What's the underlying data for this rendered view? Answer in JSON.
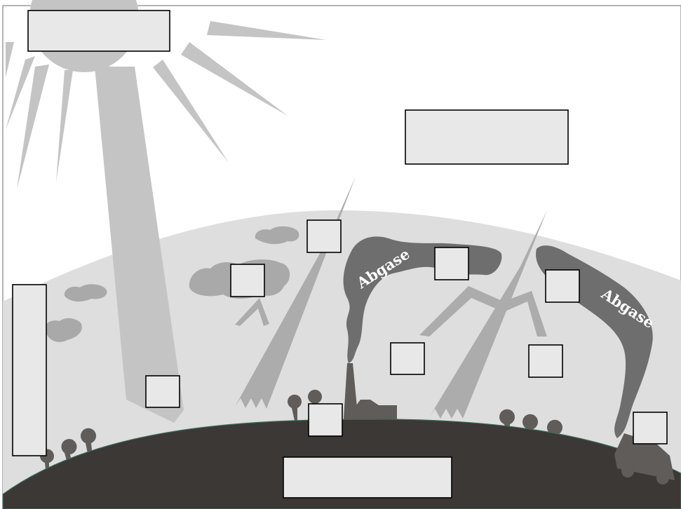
{
  "diagram": {
    "exhaust_labels": [
      "Abgase",
      "Abgase"
    ],
    "blank_label_boxes": 13,
    "colors": {
      "sun_rays": "#c4c4c4",
      "atmosphere": "#dedede",
      "clouds": "#a9a9a9",
      "reflected_rays": "#acacac",
      "smoke": "#6e6e6e",
      "ground": "#3b3836",
      "buildings": "#5f5c5a",
      "label_fill": "#e8e8e8"
    }
  }
}
